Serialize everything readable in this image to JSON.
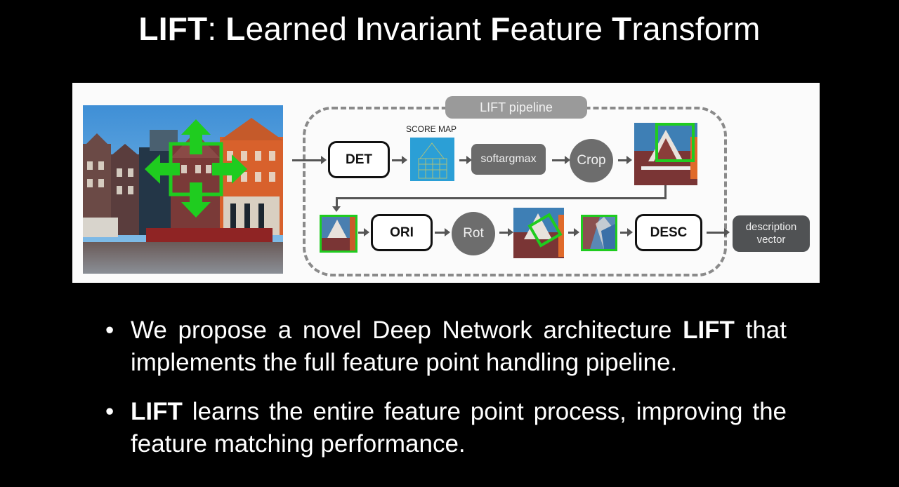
{
  "title": {
    "parts": [
      {
        "text": "LIFT",
        "bold": true
      },
      {
        "text": ": ",
        "bold": false
      },
      {
        "text": "L",
        "bold": true
      },
      {
        "text": "earned ",
        "bold": false
      },
      {
        "text": "I",
        "bold": true
      },
      {
        "text": "nvariant ",
        "bold": false
      },
      {
        "text": "F",
        "bold": true
      },
      {
        "text": "eature ",
        "bold": false
      },
      {
        "text": "T",
        "bold": true
      },
      {
        "text": "ransform",
        "bold": false
      }
    ]
  },
  "diagram": {
    "pipeline_label": "LIFT pipeline",
    "score_map_label": "SCORE MAP",
    "nodes": {
      "det": "DET",
      "softargmax": "softargmax",
      "crop": "Crop",
      "ori": "ORI",
      "rot": "Rot",
      "desc": "DESC"
    },
    "output": {
      "line1": "description",
      "line2": "vector"
    },
    "colors": {
      "highlight": "#1fcc1f",
      "dark_node": "#6b6b6b",
      "output_node": "#505254",
      "dashed": "#8a8a8a"
    }
  },
  "bullets": [
    {
      "parts": [
        {
          "text": "We propose a novel Deep Network architecture ",
          "bold": false
        },
        {
          "text": "LIFT",
          "bold": true
        },
        {
          "text": " that implements the full feature point handling pipeline.",
          "bold": false
        }
      ]
    },
    {
      "parts": [
        {
          "text": "LIFT",
          "bold": true
        },
        {
          "text": " learns the entire feature point process, improving the feature matching performance.",
          "bold": false
        }
      ]
    }
  ],
  "bullet_symbol": "•"
}
